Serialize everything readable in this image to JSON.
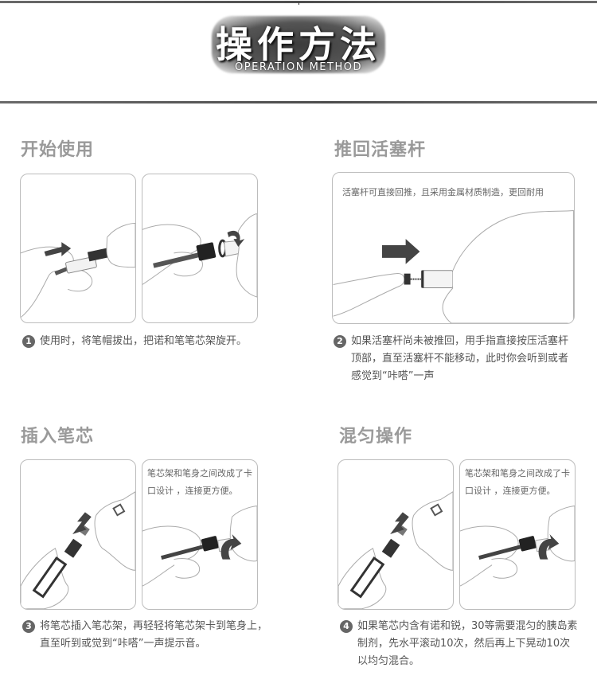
{
  "header": {
    "title": "操作方法",
    "subtitle": "OPERATION METHOD"
  },
  "sections": [
    {
      "title": "开始使用",
      "panels": [
        {
          "illustration": "remove-pen-cap",
          "note": ""
        },
        {
          "illustration": "unscrew-cartridge-holder",
          "note": ""
        }
      ],
      "step": {
        "number": "1",
        "text": "使用时，将笔帽拔出，把诺和笔笔芯架旋开。"
      }
    },
    {
      "title": "推回活塞杆",
      "panels": [
        {
          "illustration": "push-back-piston-rod",
          "note": "活塞杆可直接回推，且采用金属材质制造，更回耐用"
        }
      ],
      "step": {
        "number": "2",
        "text": "如果活塞杆尚未被推回，用手指直接按压活塞杆顶部，直至活塞杆不能移动，此时你会听到或者感觉到“咔嗒”一声"
      }
    },
    {
      "title": "插入笔芯",
      "panels": [
        {
          "illustration": "insert-cartridge",
          "note": ""
        },
        {
          "illustration": "click-holder-onto-body",
          "note": "笔芯架和笔身之间改成了卡口设计 ，连接更方便。"
        }
      ],
      "step": {
        "number": "3",
        "text": "将笔芯插入笔芯架，再轻轻将笔芯架卡到笔身上，直至听到或觉到“咔嗒”一声提示音。"
      }
    },
    {
      "title": "混匀操作",
      "panels": [
        {
          "illustration": "insert-cartridge",
          "note": ""
        },
        {
          "illustration": "click-holder-onto-body",
          "note": "笔芯架和笔身之间改成了卡口设计 ，连接更方便。"
        }
      ],
      "step": {
        "number": "4",
        "text": "如果笔芯内含有诺和锐，30等需要混匀的胰岛素制剂，先水平滚动10次，然后再上下晃动10次以均匀混合。"
      }
    }
  ],
  "colors": {
    "rule": "#555555",
    "section_title": "#9a9a9a",
    "body_text": "#555555",
    "panel_border": "#bcbcbc",
    "badge": "#666666"
  }
}
